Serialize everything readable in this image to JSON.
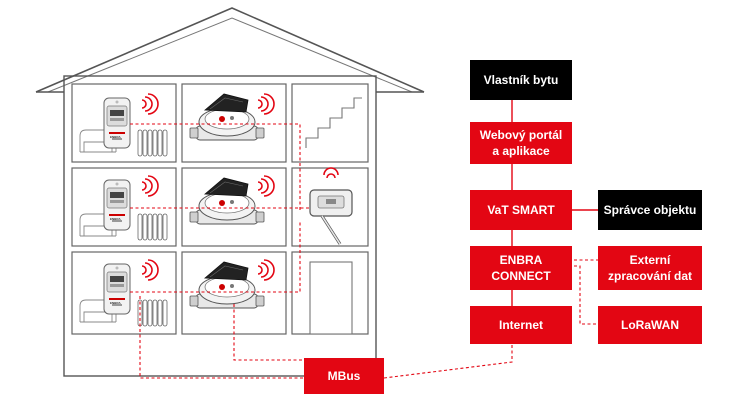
{
  "diagram": {
    "colors": {
      "red": "#e30613",
      "black": "#000000",
      "line": "#e30613",
      "outline": "#555555"
    },
    "nodes": {
      "owner": "Vlastník bytu",
      "portal_line1": "Webový portál",
      "portal_line2": "a aplikace",
      "vat_smart": "VaT SMART",
      "manager": "Správce objektu",
      "enbra_line1": "ENBRA",
      "enbra_line2": "CONNECT",
      "external_line1": "Externí",
      "external_line2": "zpracování dat",
      "internet": "Internet",
      "lorawan": "LoRaWAN",
      "mbus": "MBus"
    },
    "meter_brand": "ENBRA",
    "icons": [
      "house-icon",
      "heat-meter-icon",
      "water-meter-icon",
      "radiator-icon",
      "gateway-icon",
      "wifi-signal-icon",
      "stairs-icon",
      "door-icon"
    ]
  }
}
